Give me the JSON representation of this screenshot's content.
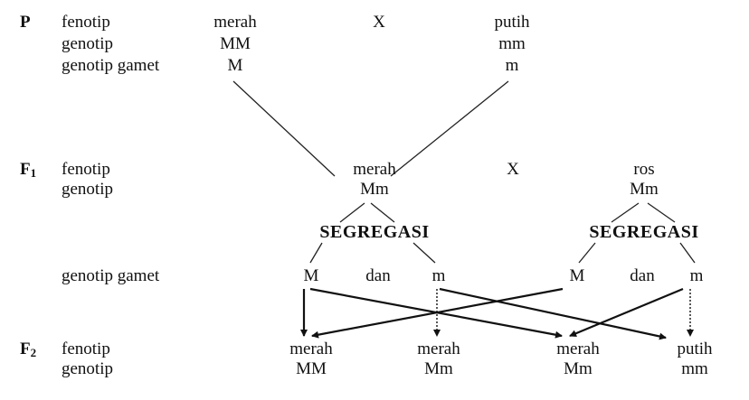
{
  "rows": {
    "p": {
      "label": "P",
      "labels": [
        "fenotip",
        "genotip",
        "genotip gamet"
      ],
      "left": {
        "fenotip": "merah",
        "genotip": "MM",
        "gamet": "M"
      },
      "cross": "X",
      "right": {
        "fenotip": "putih",
        "genotip": "mm",
        "gamet": "m"
      }
    },
    "f1": {
      "label": "F",
      "sub": "1",
      "labels": [
        "fenotip",
        "genotip"
      ],
      "left": {
        "fenotip": "merah",
        "genotip": "Mm"
      },
      "cross": "X",
      "right": {
        "fenotip": "ros",
        "genotip": "Mm"
      },
      "segregation": "SEGREGASI",
      "gamet_label": "genotip gamet",
      "left_gametes": [
        "M",
        "dan",
        "m"
      ],
      "right_gametes": [
        "M",
        "dan",
        "m"
      ]
    },
    "f2": {
      "label": "F",
      "sub": "2",
      "labels": [
        "fenotip",
        "genotip"
      ],
      "offspring": [
        {
          "fenotip": "merah",
          "genotip": "MM"
        },
        {
          "fenotip": "merah",
          "genotip": "Mm"
        },
        {
          "fenotip": "merah",
          "genotip": "Mm"
        },
        {
          "fenotip": "putih",
          "genotip": "mm"
        }
      ]
    }
  }
}
